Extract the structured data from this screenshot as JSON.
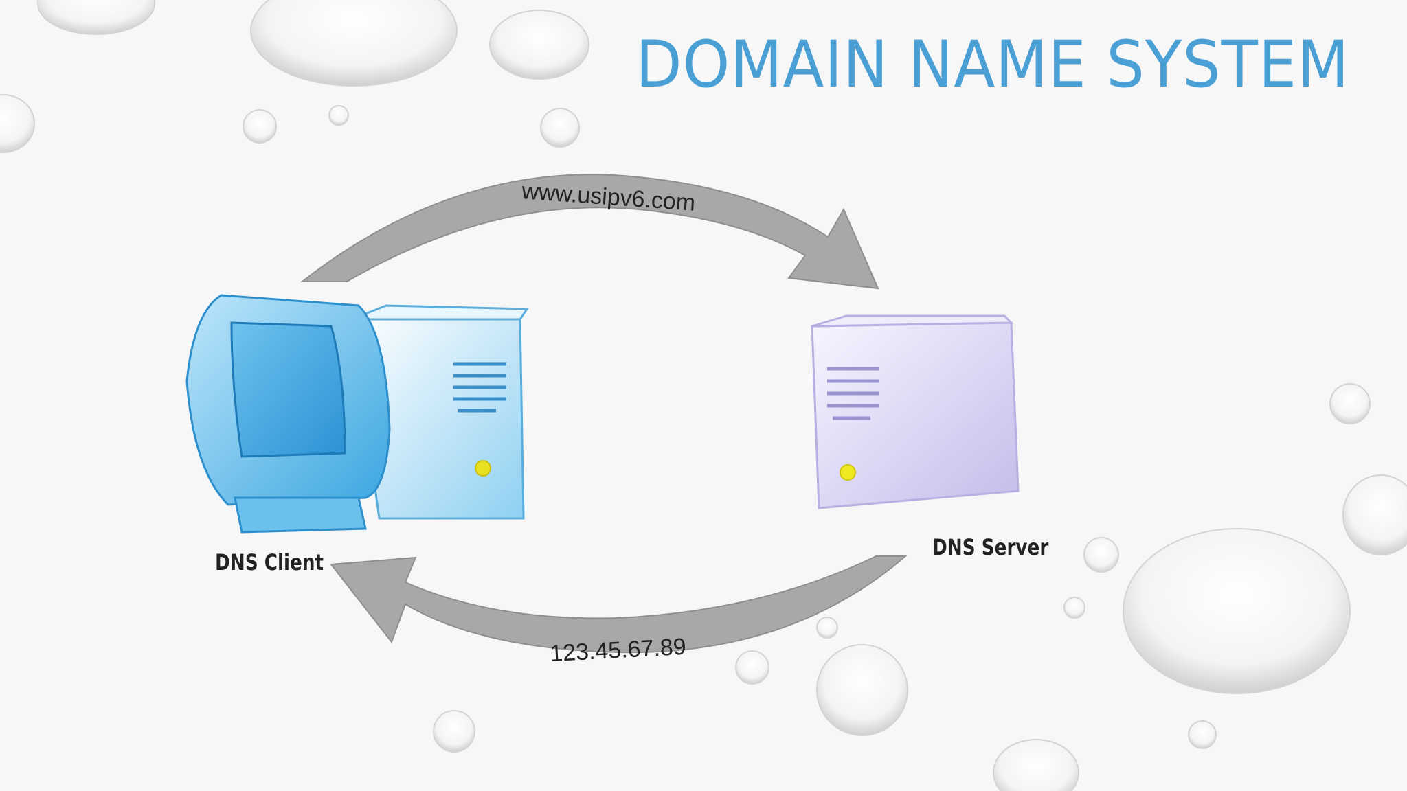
{
  "slide": {
    "title": "DOMAIN NAME SYSTEM"
  },
  "diagram": {
    "client_label": "DNS Client",
    "server_label": "DNS Server",
    "request_text": "www.usipv6.com",
    "response_text": "123.45.67.89"
  },
  "colors": {
    "title": "#4a9fd4",
    "arrow": "#a8a8a8",
    "client_monitor": "#5cb8e8",
    "server": "#c9c4ec",
    "power_led": "#e8e020"
  },
  "icons": {
    "client": "desktop-computer-icon",
    "server": "server-tower-icon"
  }
}
